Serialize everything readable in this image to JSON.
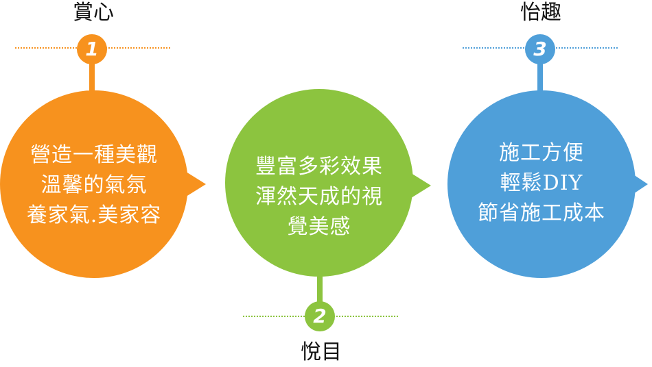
{
  "steps": [
    {
      "number": "1",
      "title": "賞心",
      "lines": [
        "營造一種美觀",
        "溫馨的氣氛",
        "養家氣.美家容"
      ],
      "color": "#f7921e"
    },
    {
      "number": "2",
      "title": "悅目",
      "lines": [
        "豐富多彩效果",
        "渾然天成的視",
        "覺美感"
      ],
      "color": "#8cc43f"
    },
    {
      "number": "3",
      "title": "怡趣",
      "lines": [
        "施工方便",
        "輕鬆DIY",
        "節省施工成本"
      ],
      "color": "#4f9fd9"
    }
  ]
}
